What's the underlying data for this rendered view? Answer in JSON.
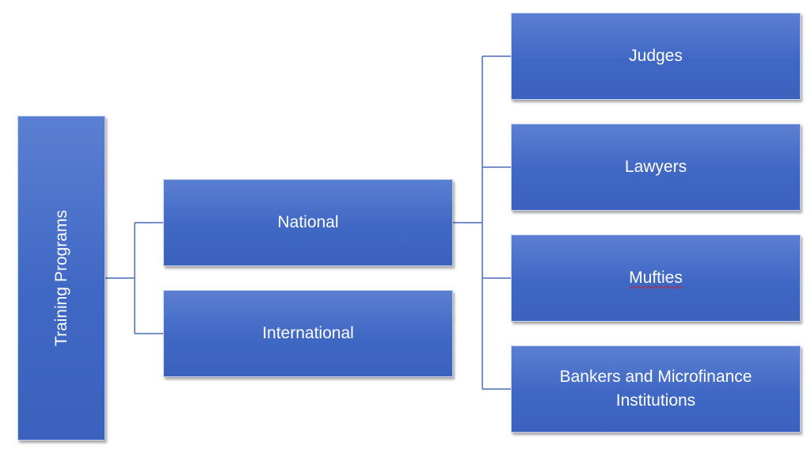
{
  "diagram": {
    "root": {
      "label": "Training Programs"
    },
    "level1": [
      {
        "label": "National"
      },
      {
        "label": "International"
      }
    ],
    "level2": [
      {
        "label": "Judges"
      },
      {
        "label": "Lawyers"
      },
      {
        "label": "Mufties"
      },
      {
        "label": "Bankers and Microfinance Institutions"
      }
    ]
  },
  "colors": {
    "box_fill": "#4169c6",
    "box_border": "#c7d3ee",
    "connector": "#4a6cb8",
    "text": "#ffffff",
    "spellcheck_underline": "#d02020"
  }
}
